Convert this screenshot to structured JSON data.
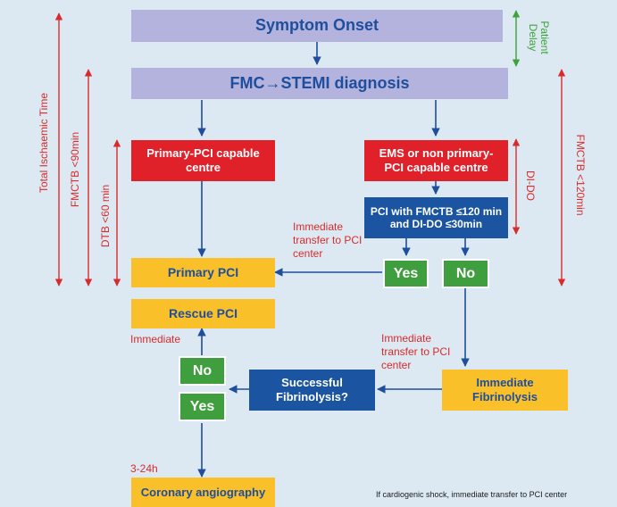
{
  "boxes": {
    "symptom_onset": "Symptom Onset",
    "stemi_diagnosis": "FMC→STEMI diagnosis",
    "pci_capable_centre": "Primary-PCI capable centre",
    "ems_non_pci": "EMS or non primary-PCI capable centre",
    "pci_criteria": "PCI with FMCTB ≤120 min and DI-DO ≤30min",
    "yes_top": "Yes",
    "no_top": "No",
    "primary_pci": "Primary PCI",
    "rescue_pci": "Rescue PCI",
    "no_left": "No",
    "yes_left": "Yes",
    "successful_fibrinolysis": "Successful Fibrinolysis?",
    "immediate_fibrinolysis": "Immediate Fibrinolysis",
    "coronary_angiography": "Coronary angiography"
  },
  "labels": {
    "immediate_transfer_1": "Immediate transfer to PCI center",
    "immediate": "Immediate",
    "immediate_transfer_2": "Immediate transfer to PCI center",
    "time_3_24h": "3-24h",
    "footnote": "If cardiogenic shock, immediate transfer to PCI center"
  },
  "timelines": {
    "total_ischaemic_time": "Total Ischaemic Time",
    "fmctb_90": "FMCTB <90min",
    "dtb_60": "DTB <60 min",
    "patient_delay": "Patient Delay",
    "di_do": "DI-DO",
    "fmctb_120": "FMCTB <120min"
  },
  "colors": {
    "background": "#dce9f3",
    "header_box": "#b3b3dd",
    "red_box": "#e1212a",
    "blue_box": "#1b55a1",
    "yellow_box": "#f9c02a",
    "green_box": "#3f9e3d",
    "arrow": "#1f4e9c",
    "timeline_red": "#d92b2b",
    "timeline_green": "#3ea338"
  }
}
